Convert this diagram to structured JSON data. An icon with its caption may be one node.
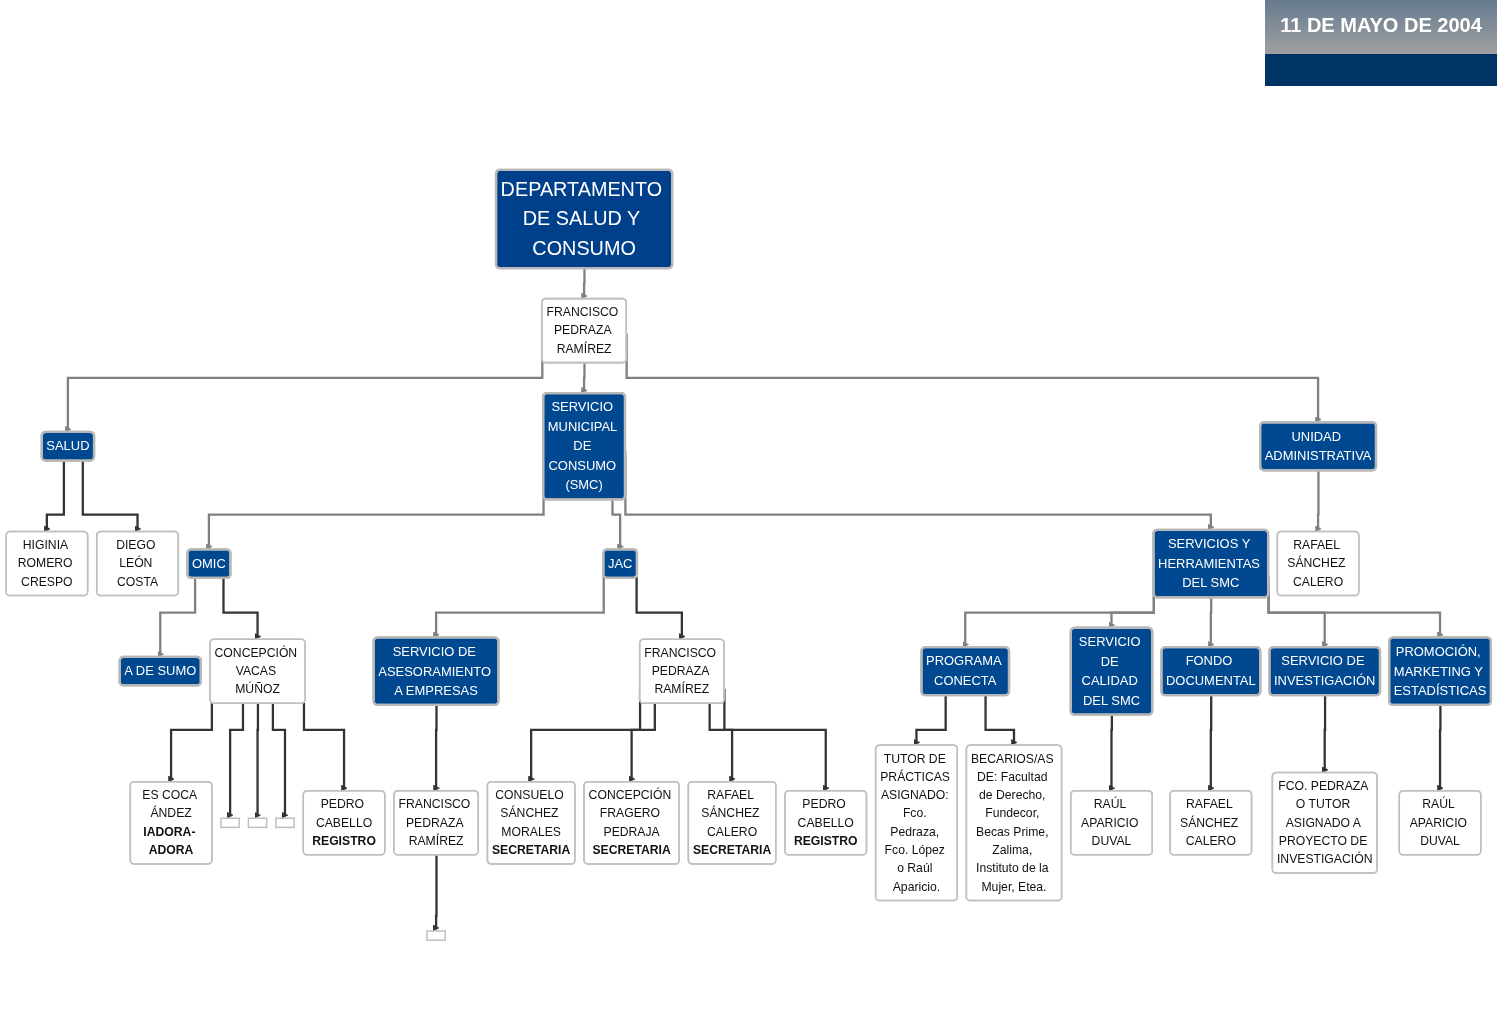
{
  "diagram": {
    "nodes": [
      {
        "text": [
          "DEPARTAMENTO DE SALUD Y CONSUMO"
        ]
      },
      {
        "text": [
          "FRANCISCO PEDRAZA RAMÍREZ"
        ]
      },
      {
        "text": [
          "SALUD"
        ]
      },
      {
        "text": [
          "SERVICIO MUNICIPAL DE CONSUMO (SMC)"
        ]
      },
      {
        "text": [
          "UNIDAD ADMINISTRATIVA"
        ]
      },
      {
        "text": [
          "HIGINIA ROMERO CRESPO"
        ]
      },
      {
        "text": [
          "DIEGO LEÓN COSTA"
        ]
      },
      {
        "text": [
          "RAFAEL SÁNCHEZ CALERO"
        ]
      },
      {
        "text": [
          "OMIC"
        ]
      },
      {
        "text": [
          "JAC"
        ]
      },
      {
        "text": [
          "SERVICIOS Y HERRAMIENTAS DEL SMC"
        ]
      },
      {
        "text": [
          "PROGRAMA CONECTA"
        ]
      },
      {
        "text": [
          "TUTOR DE PRÁCTICAS ASIGNADO: Fco. Pedraza, Fco. López o Raúl Aparicio."
        ]
      },
      {
        "text": [
          "BECARIOS/AS DE: Facultad de Derecho, Fundecor, Becas Prime, Zalima, Instituto de la Mujer, Etea."
        ]
      },
      {
        "text": [
          "SERVICIO DE CALIDAD DEL SMC"
        ]
      },
      {
        "text": [
          "RAÚL APARICIO DUVAL"
        ]
      },
      {
        "text": [
          "FONDO DOCUMENTAL"
        ]
      },
      {
        "text": [
          "RAFAEL SÁNCHEZ CALERO"
        ]
      },
      {
        "text": [
          "SERVICIO DE INVESTIGACIÓN"
        ]
      },
      {
        "text": [
          "FCO. PEDRAZA O TUTOR ASIGNADO A PROYECTO DE INVESTIGACIÓN"
        ]
      },
      {
        "text": [
          "PROMOCIÓN, MARKETING Y ESTADÍSTICAS"
        ]
      },
      {
        "text": [
          "RAÚL APARICIO DUVAL"
        ]
      },
      {
        "text": [
          "A DE SUMO"
        ]
      },
      {
        "text": [
          "SERVICIO DE ASESORAMIENTO A EMPRESAS"
        ]
      },
      {
        "text": [
          "CONCEPCIÓN VACAS MÚÑOZ"
        ]
      },
      {
        "text": [
          "FRANCISCO PEDRAZA RAMÍREZ"
        ]
      },
      {
        "text": [
          "FRANCISCO PEDRAZA RAMÍREZ"
        ]
      },
      {
        "text": [
          "ES COCA ÁNDEZ",
          "IADORA- ADORA"
        ]
      },
      {
        "text": [],
        "shape": "box"
      },
      {
        "text": [],
        "shape": "box"
      },
      {
        "text": [],
        "shape": "box"
      },
      {
        "text": [
          "PEDRO CABELLO",
          "REGISTRO"
        ]
      },
      {
        "text": [],
        "shape": "box"
      },
      {
        "text": [
          "CONSUELO SÁNCHEZ MORALES",
          "SECRETARIA"
        ]
      },
      {
        "text": [
          "CONCEPCIÓN FRAGERO PEDRAJA",
          "SECRETARIA"
        ]
      },
      {
        "text": [
          "RAFAEL SÁNCHEZ CALERO",
          "SECRETARIA"
        ]
      },
      {
        "text": [
          "PEDRO CABELLO",
          "REGISTRO"
        ]
      }
    ],
    "edges": [
      {
        "from": 0,
        "to": 1,
        "arrow": "to",
        "color": "#808080"
      },
      {
        "from": 1,
        "to": 2,
        "arrow": "to",
        "color": "#808080"
      },
      {
        "from": 1,
        "to": 3,
        "arrow": "to",
        "color": "#808080"
      },
      {
        "from": 1,
        "to": 4,
        "arrow": "to",
        "color": "#808080"
      },
      {
        "from": 2,
        "to": 5,
        "arrow": "to"
      },
      {
        "from": 2,
        "to": 6,
        "arrow": "to"
      },
      {
        "from": 4,
        "to": 7,
        "arrow": "to",
        "color": "#808080"
      },
      {
        "from": 3,
        "to": 8,
        "arrow": "to",
        "color": "#808080"
      },
      {
        "from": 3,
        "to": 9,
        "arrow": "to",
        "color": "#808080"
      },
      {
        "from": 3,
        "to": 10,
        "arrow": "to",
        "color": "#808080"
      },
      {
        "from": 10,
        "to": 11,
        "arrow": "to",
        "color": "#808080"
      },
      {
        "from": 10,
        "to": 14,
        "arrow": "to",
        "color": "#808080"
      },
      {
        "from": 10,
        "to": 16,
        "arrow": "to",
        "color": "#808080"
      },
      {
        "from": 10,
        "to": 18,
        "arrow": "to",
        "color": "#808080"
      },
      {
        "from": 10,
        "to": 20,
        "arrow": "to",
        "color": "#808080"
      },
      {
        "from": 11,
        "to": 12,
        "arrow": "to"
      },
      {
        "from": 11,
        "to": 13,
        "arrow": "to"
      },
      {
        "from": 14,
        "to": 15,
        "arrow": "to"
      },
      {
        "from": 16,
        "to": 17,
        "arrow": "to"
      },
      {
        "from": 18,
        "to": 19,
        "arrow": "to"
      },
      {
        "from": 20,
        "to": 21,
        "arrow": "to"
      },
      {
        "from": 8,
        "to": 22,
        "arrow": "to",
        "color": "#808080"
      },
      {
        "from": 8,
        "to": 24,
        "arrow": "to"
      },
      {
        "from": 9,
        "to": 23,
        "arrow": "to",
        "color": "#808080"
      },
      {
        "from": 9,
        "to": 26,
        "arrow": "to"
      },
      {
        "from": 23,
        "to": 25,
        "arrow": "to"
      },
      {
        "from": 25,
        "to": 32,
        "arrow": "to"
      },
      {
        "from": 24,
        "to": 27,
        "arrow": "to"
      },
      {
        "from": 24,
        "to": 28,
        "arrow": "to"
      },
      {
        "from": 24,
        "to": 29,
        "arrow": "to"
      },
      {
        "from": 24,
        "to": 30,
        "arrow": "to"
      },
      {
        "from": 24,
        "to": 31,
        "arrow": "to"
      },
      {
        "from": 26,
        "to": 33,
        "arrow": "to"
      },
      {
        "from": 26,
        "to": 34,
        "arrow": "to"
      },
      {
        "from": 26,
        "to": 35,
        "arrow": "to"
      },
      {
        "from": 26,
        "to": 36,
        "arrow": "to"
      }
    ],
    "labels": [
      "11 DE MAYO DE 2004"
    ]
  }
}
